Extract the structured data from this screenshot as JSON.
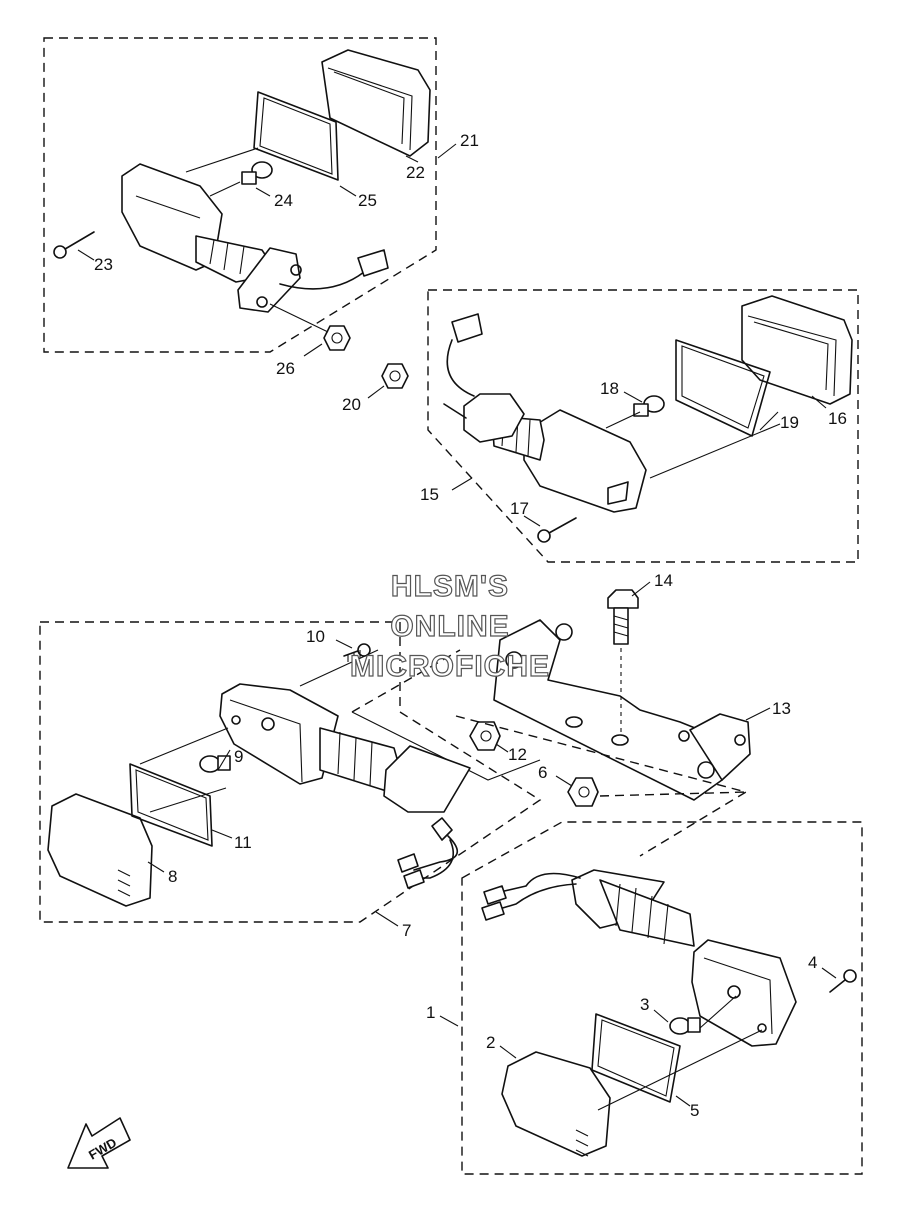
{
  "diagram": {
    "watermark": [
      "HLSM'S",
      "ONLINE",
      "MICROFICHE"
    ],
    "direction_label": "FWD",
    "callouts": [
      "1",
      "2",
      "3",
      "4",
      "5",
      "6",
      "7",
      "8",
      "9",
      "10",
      "11",
      "12",
      "13",
      "14",
      "15",
      "16",
      "17",
      "18",
      "19",
      "20",
      "21",
      "22",
      "23",
      "24",
      "25",
      "26"
    ]
  }
}
